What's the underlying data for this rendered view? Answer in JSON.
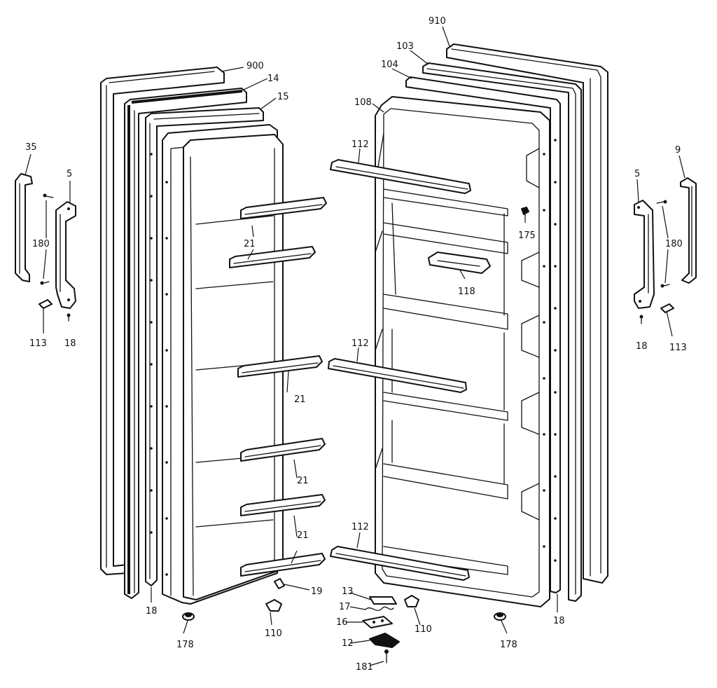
{
  "diagram": {
    "callouts": {
      "c910": "910",
      "c103": "103",
      "c104": "104",
      "c108": "108",
      "c900": "900",
      "c14": "14",
      "c15": "15",
      "c35": "35",
      "c5_left": "5",
      "c180_left": "180",
      "c113_left": "113",
      "c18_left_small": "18",
      "c112_top": "112",
      "c112_mid": "112",
      "c112_bot": "112",
      "c175": "175",
      "c118": "118",
      "c21_a": "21",
      "c21_b": "21",
      "c21_c": "21",
      "c21_d": "21",
      "c9": "9",
      "c5_right": "5",
      "c180_right": "180",
      "c18_right_small": "18",
      "c113_right": "113",
      "c18_left_bottom": "18",
      "c18_right_bottom": "18",
      "c19": "19",
      "c13": "13",
      "c17": "17",
      "c16": "16",
      "c12": "12",
      "c181": "181",
      "c110_left": "110",
      "c110_right": "110",
      "c178_left": "178",
      "c178_right": "178"
    }
  }
}
